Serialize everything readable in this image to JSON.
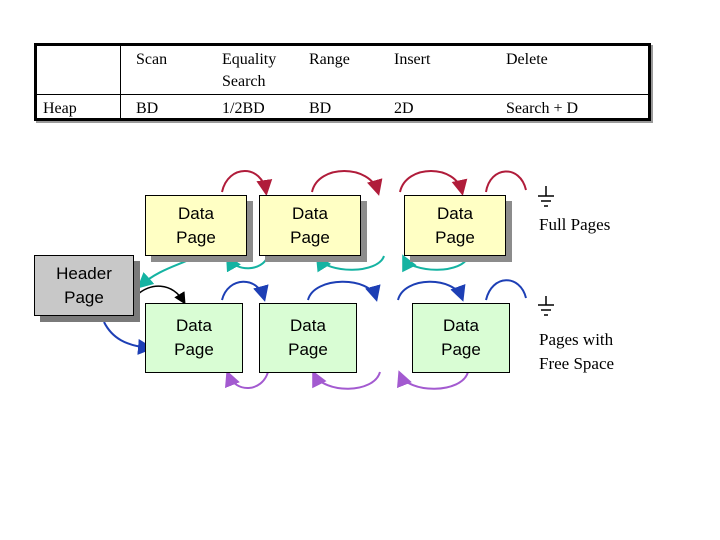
{
  "table": {
    "headers": [
      "",
      "Scan",
      "Equality\nSearch",
      "Range",
      "Insert",
      "Delete"
    ],
    "row": {
      "label": "Heap",
      "values": [
        "BD",
        "1/2BD",
        "BD",
        "2D",
        "Search + D"
      ]
    }
  },
  "header_page": {
    "line1": "Header",
    "line2": "Page"
  },
  "full_pages": [
    {
      "line1": "Data",
      "line2": "Page"
    },
    {
      "line1": "Data",
      "line2": "Page"
    },
    {
      "line1": "Data",
      "line2": "Page"
    }
  ],
  "free_pages": [
    {
      "line1": "Data",
      "line2": "Page"
    },
    {
      "line1": "Data",
      "line2": "Page"
    },
    {
      "line1": "Data",
      "line2": "Page"
    }
  ],
  "legend": {
    "full": "Full Pages",
    "free_line1": "Pages with",
    "free_line2": "Free Space"
  },
  "colors": {
    "full_list_forward": "#b01c3a",
    "full_list_back": "#15b3a2",
    "free_list_forward": "#1d3fb5",
    "free_list_back": "#a35ad0",
    "header_to_full": "#15b3a2",
    "header_to_free": "#1d3fb5",
    "pointer_black": "#000000",
    "yellow_box": "#ffffc4",
    "green_box": "#d9fdd4",
    "header_box": "#c8c8c8"
  }
}
